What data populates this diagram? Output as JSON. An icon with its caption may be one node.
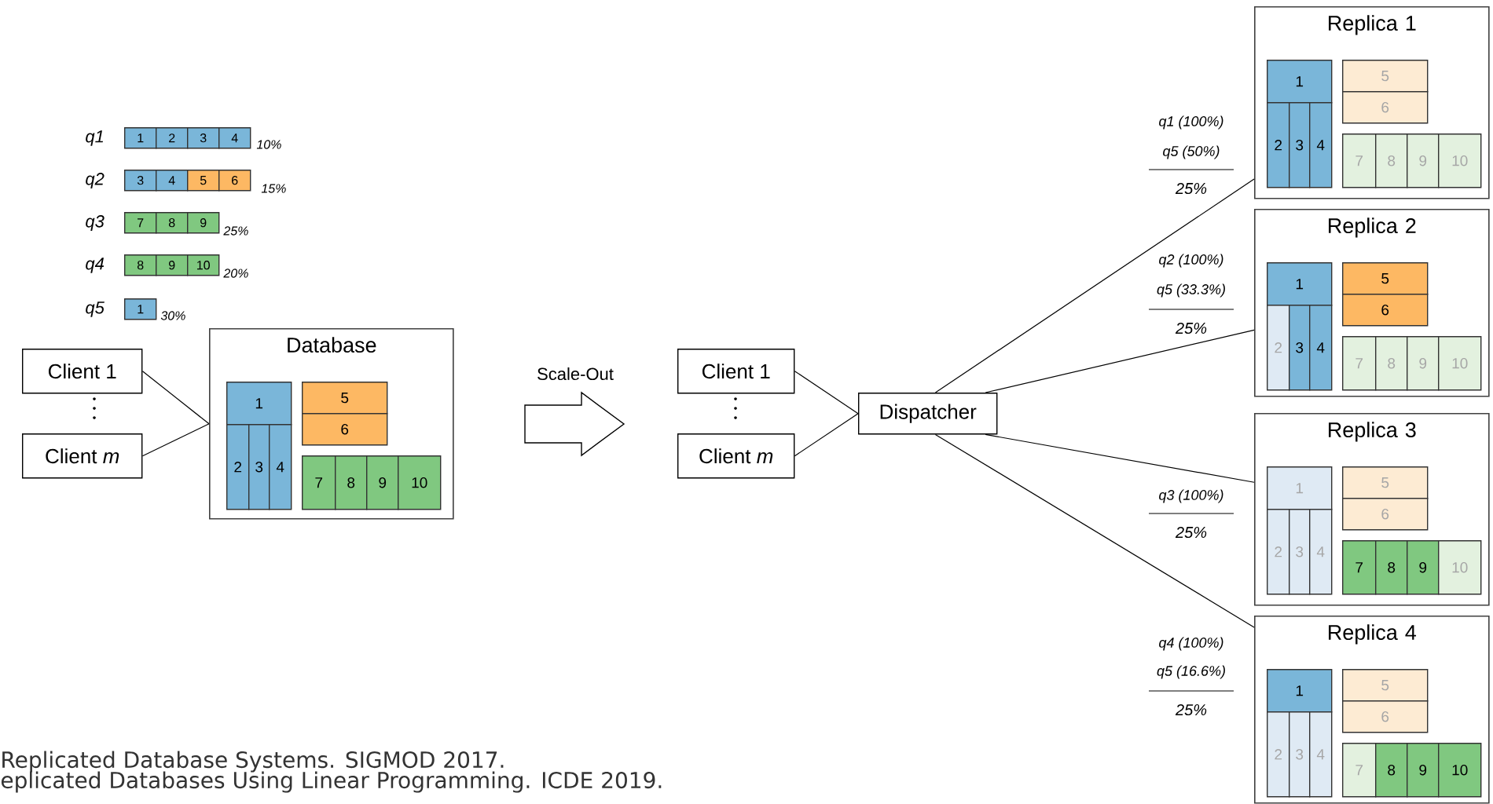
{
  "diagram": {
    "nodes": [
      {
        "text": [
          "1"
        ]
      },
      {
        "text": [
          "2"
        ]
      },
      {
        "text": [
          "3"
        ]
      },
      {
        "text": [
          "4"
        ]
      },
      {
        "text": [
          "3"
        ]
      },
      {
        "text": [
          "4"
        ]
      },
      {
        "text": [
          "5"
        ]
      },
      {
        "text": [
          "6"
        ]
      },
      {
        "text": [
          "7"
        ]
      },
      {
        "text": [
          "8"
        ]
      },
      {
        "text": [
          "9"
        ]
      },
      {
        "text": [
          "8"
        ]
      },
      {
        "text": [
          "9"
        ]
      },
      {
        "text": [
          "10"
        ]
      },
      {
        "text": [
          "1"
        ]
      },
      {
        "text": [
          "Client 1"
        ]
      },
      {
        "text": [
          "Client *m*"
        ]
      },
      {
        "text": [
          "Database"
        ]
      },
      {
        "text": [
          "1"
        ],
        "in": 17
      },
      {
        "text": [
          "2"
        ],
        "in": 17
      },
      {
        "text": [
          "3"
        ],
        "in": 17
      },
      {
        "text": [
          "4"
        ],
        "in": 17
      },
      {
        "text": [
          "5"
        ],
        "in": 17
      },
      {
        "text": [
          "6"
        ],
        "in": 17
      },
      {
        "text": [
          "7"
        ],
        "in": 17
      },
      {
        "text": [
          "8"
        ],
        "in": 17
      },
      {
        "text": [
          "9"
        ],
        "in": 17
      },
      {
        "text": [
          "10"
        ],
        "in": 17
      },
      {
        "text": [
          "Client 1"
        ]
      },
      {
        "text": [
          "Client *m*"
        ]
      },
      {
        "text": [
          "Dispatcher"
        ]
      },
      {
        "text": [
          "Replica 1"
        ]
      },
      {
        "text": [
          "1"
        ],
        "in": 31
      },
      {
        "text": [
          "2"
        ],
        "in": 31
      },
      {
        "text": [
          "3"
        ],
        "in": 31
      },
      {
        "text": [
          "4"
        ],
        "in": 31
      },
      {
        "text": [
          "5"
        ],
        "in": 31
      },
      {
        "text": [
          "6"
        ],
        "in": 31
      },
      {
        "text": [
          "7"
        ],
        "in": 31
      },
      {
        "text": [
          "8"
        ],
        "in": 31
      },
      {
        "text": [
          "9"
        ],
        "in": 31
      },
      {
        "text": [
          "10"
        ],
        "in": 31
      },
      {
        "text": [
          "Replica 2"
        ]
      },
      {
        "text": [
          "1"
        ],
        "in": 42
      },
      {
        "text": [
          "2"
        ],
        "in": 42
      },
      {
        "text": [
          "3"
        ],
        "in": 42
      },
      {
        "text": [
          "4"
        ],
        "in": 42
      },
      {
        "text": [
          "5"
        ],
        "in": 42
      },
      {
        "text": [
          "6"
        ],
        "in": 42
      },
      {
        "text": [
          "7"
        ],
        "in": 42
      },
      {
        "text": [
          "8"
        ],
        "in": 42
      },
      {
        "text": [
          "9"
        ],
        "in": 42
      },
      {
        "text": [
          "10"
        ],
        "in": 42
      },
      {
        "text": [
          "Replica 3"
        ]
      },
      {
        "text": [
          "1"
        ],
        "in": 53
      },
      {
        "text": [
          "2"
        ],
        "in": 53
      },
      {
        "text": [
          "3"
        ],
        "in": 53
      },
      {
        "text": [
          "4"
        ],
        "in": 53
      },
      {
        "text": [
          "5"
        ],
        "in": 53
      },
      {
        "text": [
          "6"
        ],
        "in": 53
      },
      {
        "text": [
          "7"
        ],
        "in": 53
      },
      {
        "text": [
          "8"
        ],
        "in": 53
      },
      {
        "text": [
          "9"
        ],
        "in": 53
      },
      {
        "text": [
          "10"
        ],
        "in": 53
      },
      {
        "text": [
          "Replica 4"
        ]
      },
      {
        "text": [
          "1"
        ],
        "in": 64
      },
      {
        "text": [
          "2"
        ],
        "in": 64
      },
      {
        "text": [
          "3"
        ],
        "in": 64
      },
      {
        "text": [
          "4"
        ],
        "in": 64
      },
      {
        "text": [
          "5"
        ],
        "in": 64
      },
      {
        "text": [
          "6"
        ],
        "in": 64
      },
      {
        "text": [
          "7"
        ],
        "in": 64
      },
      {
        "text": [
          "8"
        ],
        "in": 64
      },
      {
        "text": [
          "9"
        ],
        "in": 64
      },
      {
        "text": [
          "10"
        ],
        "in": 64
      }
    ],
    "edges": [
      {
        "from": 15,
        "to": 17,
        "arrow": "none"
      },
      {
        "from": 16,
        "to": 17,
        "arrow": "none"
      },
      {
        "from": 28,
        "to": 30,
        "arrow": "none"
      },
      {
        "from": 29,
        "to": 30,
        "arrow": "none"
      },
      {
        "from": 30,
        "to": 31,
        "arrow": "none"
      },
      {
        "from": 30,
        "to": 42,
        "arrow": "none"
      },
      {
        "from": 30,
        "to": 53,
        "arrow": "none"
      },
      {
        "from": 30,
        "to": 64,
        "arrow": "none"
      }
    ],
    "labels": [
      "q1",
      "10%",
      "q2",
      "15%",
      "q3",
      "25%",
      "q4",
      "20%",
      "q5",
      "30%",
      "Scale-Out",
      "q1 (100%)",
      "q5 (50%)",
      "25%",
      "q2 (100%)",
      "q5 (33.3%)",
      "25%",
      "q3 (100%)",
      "25%",
      "q4 (100%)",
      "q5 (16.6%)",
      "25%",
      "Replicated Database Systems. SIGMOD 2017.",
      "eplicated Databases Using Linear Programming. ICDE 2019."
    ]
  }
}
